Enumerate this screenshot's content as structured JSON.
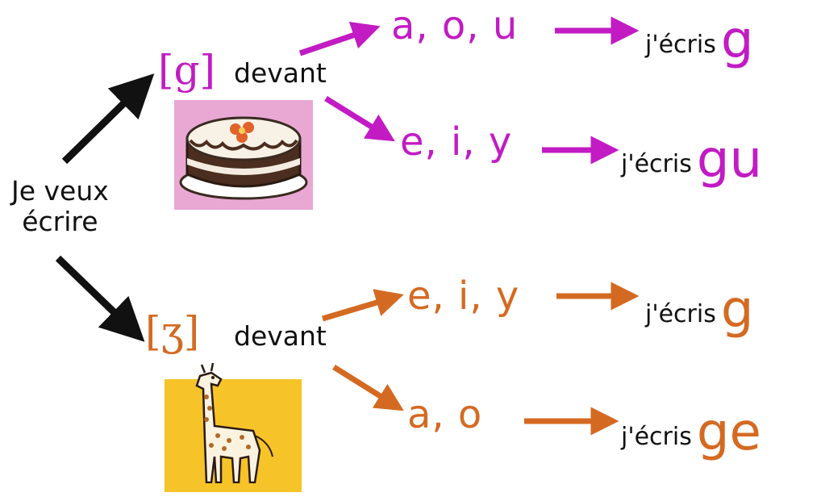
{
  "root": {
    "line1": "Je veux",
    "line2": "écrire"
  },
  "colors": {
    "magenta": "#c21bc4",
    "orange": "#d46a22",
    "black": "#111111",
    "cake_bg": "#e9a8d4",
    "giraffe_bg": "#f6c328"
  },
  "branch_g": {
    "phoneme": "[g]",
    "devant": "devant",
    "illustration": "cake",
    "rule1": {
      "letters": "a, o, u",
      "jecris": "j'écris",
      "result": "g"
    },
    "rule2": {
      "letters": "e, i, y",
      "jecris": "j'écris",
      "result": "gu"
    }
  },
  "branch_j": {
    "phoneme": "[ʒ]",
    "devant": "devant",
    "illustration": "giraffe",
    "rule1": {
      "letters": "e, i, y",
      "jecris": "j'écris",
      "result": "g"
    },
    "rule2": {
      "letters": "a, o",
      "jecris": "j'écris",
      "result": "ge"
    }
  }
}
